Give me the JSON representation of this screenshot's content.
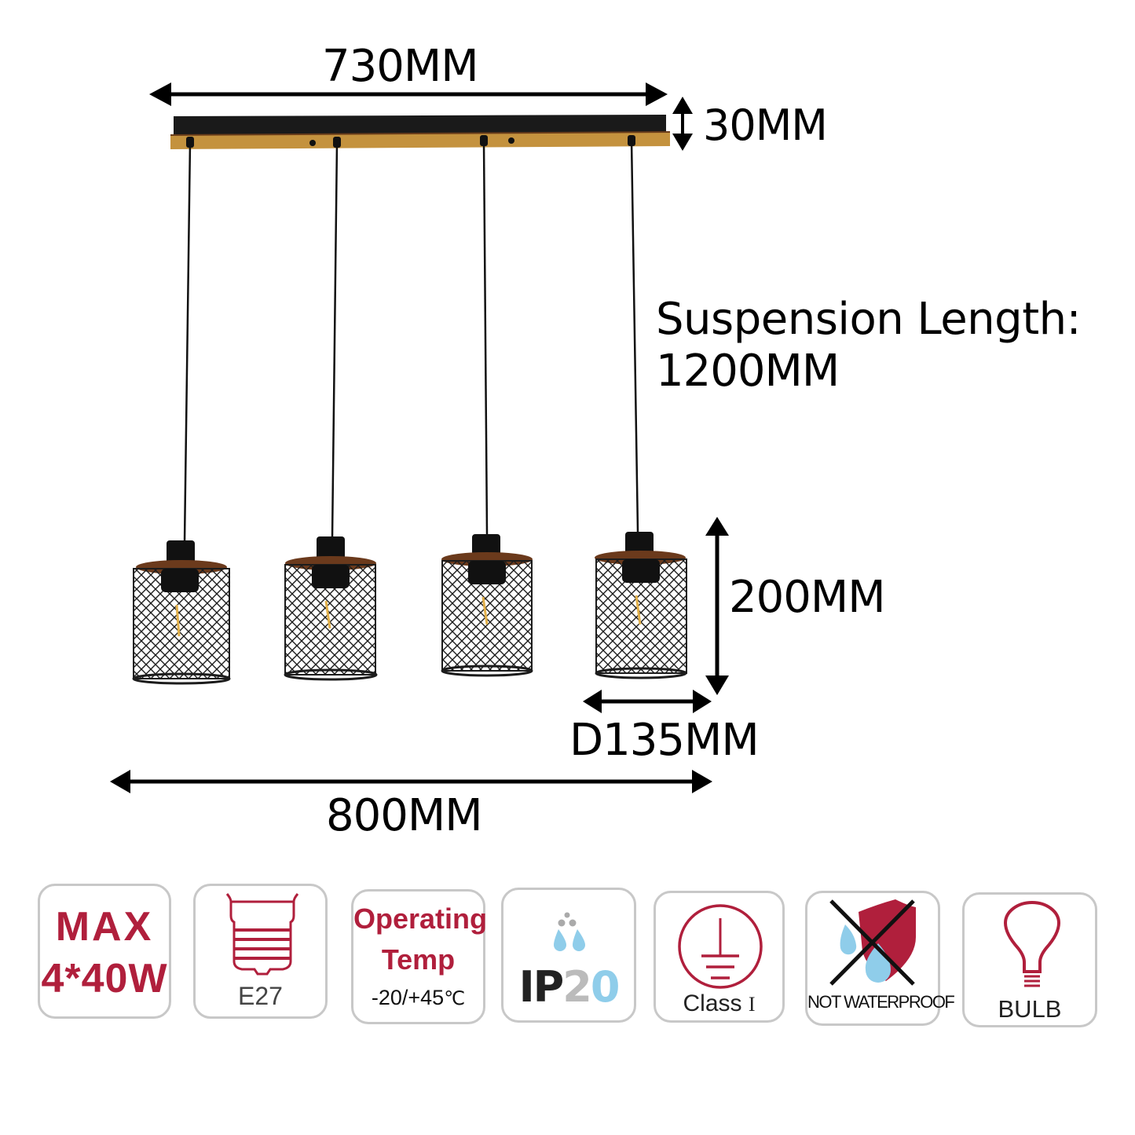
{
  "product": {
    "type": "4-light linear pendant with mesh cage shades",
    "colors": {
      "canopy_top": "#1a1a1a",
      "canopy_wood": "#c4923e",
      "cable": "#111111",
      "mesh": "#1c1c1c",
      "accent_red": "#b01f3c",
      "water_blue": "#8fcdea",
      "badge_border": "#c8c8c8"
    }
  },
  "dimensions": {
    "canopy_width": "730MM",
    "canopy_height": "30MM",
    "suspension_label": "Suspension Length:",
    "suspension_value": "1200MM",
    "shade_height": "200MM",
    "shade_diameter": "D135MM",
    "overall_width": "800MM"
  },
  "badges": [
    {
      "id": "max-wattage",
      "line1": "MAX",
      "line2": "4*40W"
    },
    {
      "id": "socket",
      "icon": "e27-socket-icon",
      "label": "E27"
    },
    {
      "id": "operating-temp",
      "line1": "Operating",
      "line2": "Temp",
      "range": "-20/+45",
      "unit": "℃"
    },
    {
      "id": "ip-rating",
      "icon": "water-drops-icon",
      "prefix": "IP",
      "digit1": "2",
      "digit2": "0"
    },
    {
      "id": "class",
      "icon": "earth-ground-icon",
      "label": "Class",
      "roman": "I"
    },
    {
      "id": "waterproof",
      "icon": "crossed-shield-icon",
      "label": "NOT WATERPROOF"
    },
    {
      "id": "bulb",
      "icon": "bulb-icon",
      "label": "BULB"
    }
  ]
}
